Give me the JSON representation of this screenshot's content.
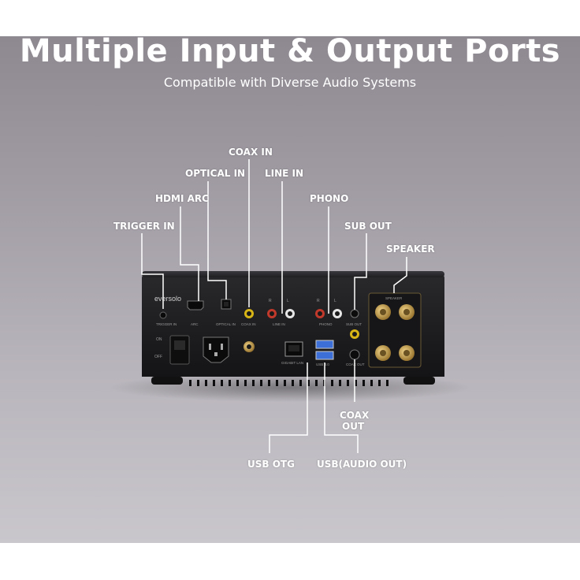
{
  "header": {
    "title": "Multiple Input & Output Ports",
    "subtitle": "Compatible with Diverse Audio Systems"
  },
  "device": {
    "brand": "eversolo",
    "panel_labels": {
      "trigger": "TRIGGER IN",
      "arc": "ARC",
      "optical": "OPTICAL IN",
      "coax": "COAX IN",
      "line": "LINE IN",
      "phono": "PHONO",
      "sub": "SUB OUT",
      "speaker": "SPEAKER",
      "on": "ON",
      "off": "OFF",
      "lan": "GIGABIT LAN",
      "usb": "USB 3.0",
      "coax_out": "COAX OUT",
      "r": "R",
      "l": "L"
    }
  },
  "callouts": {
    "trigger_in": "TRIGGER IN",
    "hdmi_arc": "HDMI ARC",
    "optical_in": "OPTICAL IN",
    "coax_in": "COAX IN",
    "line_in": "LINE IN",
    "phono": "PHONO",
    "sub_out": "SUB OUT",
    "speaker": "SPEAKER",
    "coax_out_line1": "COAX",
    "coax_out_line2": "OUT",
    "usb_otg": "USB OTG",
    "usb_audio_out": "USB(AUDIO OUT)"
  },
  "colors": {
    "background": "#a29da5",
    "device_body": "#1c1c1e",
    "rca_red": "#c0392b",
    "rca_yellow": "#e2c21a",
    "rca_white": "#e9e9e9",
    "usb_blue": "#3c6fd8",
    "binding_post_gold": "#c9a24a",
    "callout_text": "#ffffff"
  }
}
